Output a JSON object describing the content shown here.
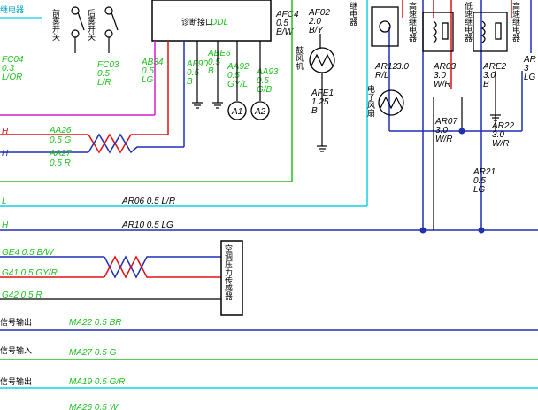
{
  "diagnostic_connector": {
    "label": "诊断接口",
    "code": "DDL"
  },
  "fuse_top": {
    "name": "AF02",
    "spec": "2.0",
    "color": "B/Y"
  },
  "fuse_afc4": {
    "name": "AFC4",
    "spec": "0.5",
    "color": "B/W"
  },
  "fuse_left": {
    "name": "FC04",
    "spec": "0.3",
    "color": "L/OR"
  },
  "fuse_fc03": {
    "name": "FC03",
    "spec": "0.5",
    "color": "L/R"
  },
  "fuse_ab34": {
    "name": "AB34",
    "spec": "0.5",
    "color": "LG"
  },
  "fuse_af90": {
    "name": "AF90",
    "spec": "0.5",
    "color": "B"
  },
  "fuse_abe6": {
    "name": "ABE6",
    "spec": "0.5",
    "color": "B"
  },
  "fuse_aa92": {
    "name": "AA92",
    "spec": "0.5",
    "color": "GY/L"
  },
  "fuse_aa93": {
    "name": "AA93",
    "spec": "0.5",
    "color": "G/B"
  },
  "fuse_afe1": {
    "name": "AFE1",
    "spec": "1.25",
    "color": "B"
  },
  "fuse_ar12": {
    "name": "AR12",
    "spec": "3.0",
    "color": "R/L"
  },
  "fuse_ar03": {
    "name": "AR03",
    "spec": "3.0",
    "color": "W/R"
  },
  "fuse_ar82": {
    "name": "ARE2",
    "spec": "3.0",
    "color": "B"
  },
  "fuse_ar07": {
    "name": "AR07",
    "spec": "3.0",
    "color": "W/R"
  },
  "fuse_ar22": {
    "name": "AR22",
    "spec": "3.0",
    "color": "W/R"
  },
  "fuse_ar21": {
    "name": "AR21",
    "spec": "0.5",
    "color": "LG"
  },
  "fuse_ar_right": {
    "name": "AR",
    "spec": "3",
    "color": "LG"
  },
  "meter_a1": "A1",
  "meter_a2": "A2",
  "twisted_1": {
    "top": "AA26",
    "top_spec": "0.5 G",
    "bottom": "AA27",
    "bottom_spec": "0.5 R"
  },
  "wire_ar06": "AR06 0.5 L/R",
  "wire_ar10": "AR10 0.5 LG",
  "twisted_2": {
    "w1": "GE4 0.5  B/W",
    "w2": "G41 0.5 GY/R",
    "w3": "G42 0.5  R"
  },
  "ac_pressure_sensor": "空调压力传感器",
  "left_labels": {
    "l1": "L",
    "l2": "H",
    "h1": "H",
    "h2": "H"
  },
  "bottom_wires": [
    {
      "left": "信号输出",
      "label": "MA22 0.5 BR",
      "color": "#1f2fb0"
    },
    {
      "left": "信号输入",
      "label": "MA27 0.5 G",
      "color": "#1fbf1f"
    },
    {
      "left": "信号输出",
      "label": "MA19 0.5 G/R",
      "color": "#00a0c0"
    },
    {
      "left": "",
      "label": "MA26 0.5 W",
      "color": "#e01010"
    }
  ],
  "top_left_cn": "继电器",
  "switch_labels": {
    "s1": "前雾开关",
    "s2": "后雾开关"
  },
  "relay_labels": {
    "r1": "继电器",
    "r2": "高速继电器",
    "r3": "低速继电器",
    "r4": "高速继电器"
  },
  "fan_label": "电子风扇",
  "motor_label": "鼓风机",
  "colors": {
    "red": "#e01010",
    "blue": "#1f2fb0",
    "cyan": "#10d0e8",
    "green": "#1fbf1f",
    "magenta": "#d020d0",
    "black": "#000000"
  }
}
